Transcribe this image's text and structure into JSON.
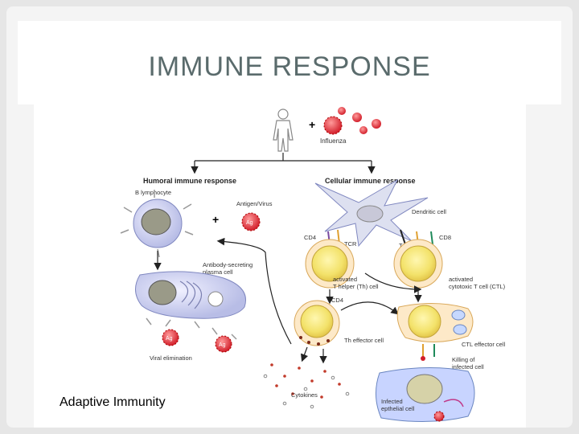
{
  "slide": {
    "title": "IMMUNE RESPONSE",
    "caption": "Adaptive Immunity"
  },
  "diagram": {
    "influenza": "Influenza",
    "humoral_heading": "Humoral immune response",
    "cellular_heading": "Cellular immune response",
    "b_lymphocyte": "B lymphocyte",
    "antigen_virus": "Antigen/Virus",
    "ag": "Ag",
    "plus": "+",
    "plasma_cell_line1": "Antibody-secreting",
    "plasma_cell_line2": "plasma cell",
    "viral_elimination": "Viral elimination",
    "dendritic_cell": "Dendritic cell",
    "cd4": "CD4",
    "cd8": "CD8",
    "tcr": "TCR",
    "th_line1": "activated",
    "th_line2": "T helper (Th) cell",
    "ctl_line1": "activated",
    "ctl_line2": "cytotoxic T cell (CTL)",
    "th_effector": "Th effector cell",
    "ctl_effector": "CTL effector cell",
    "killing_line1": "Killing of",
    "killing_line2": "infected cell",
    "cytokines": "Cytokines",
    "infected_line1": "Infected",
    "infected_line2": "epthelial cell"
  }
}
